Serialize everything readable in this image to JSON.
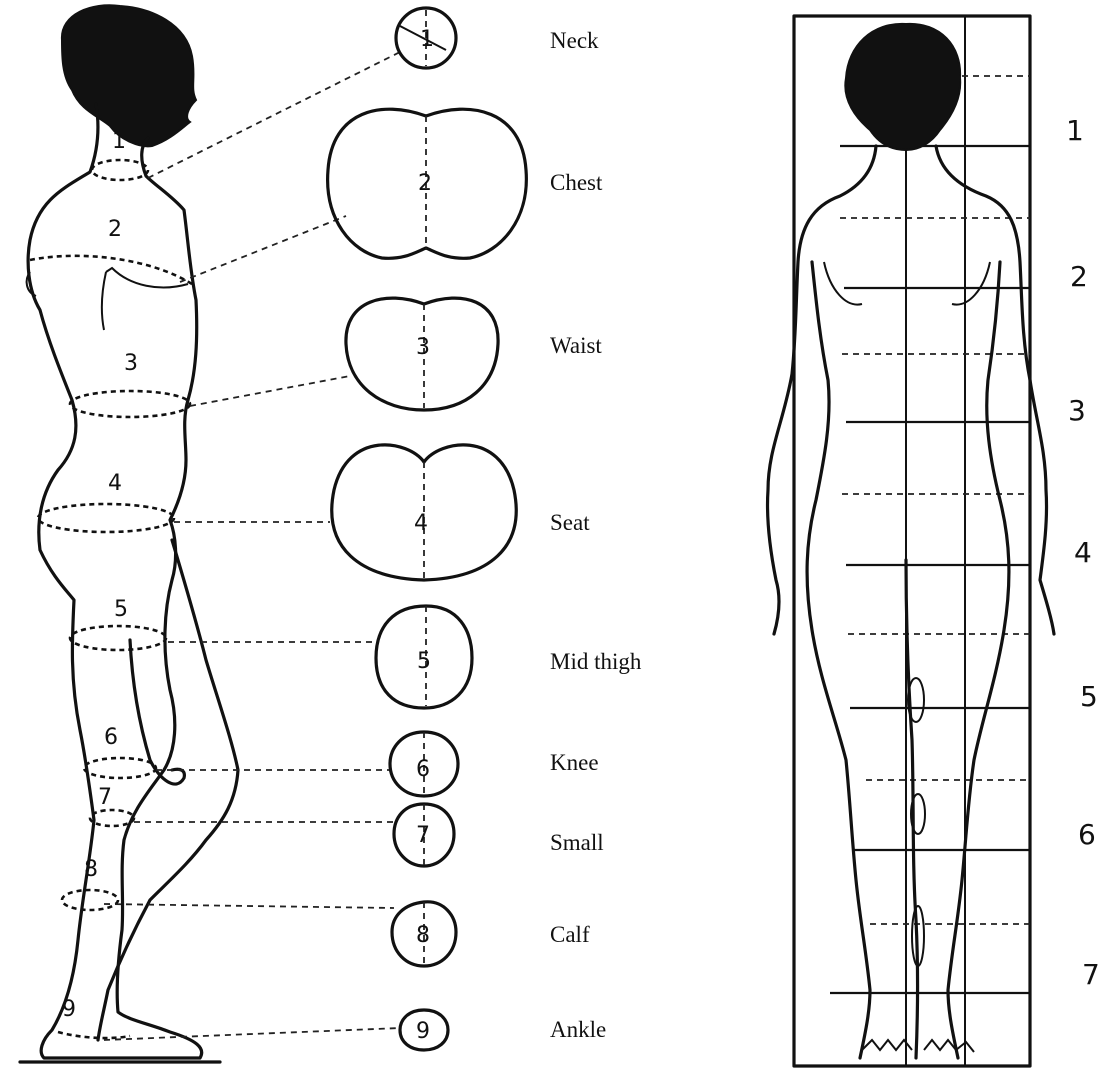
{
  "measurements": [
    {
      "number": "1",
      "label": "Neck"
    },
    {
      "number": "2",
      "label": "Chest"
    },
    {
      "number": "3",
      "label": "Waist"
    },
    {
      "number": "4",
      "label": "Seat"
    },
    {
      "number": "5",
      "label": "Mid thigh"
    },
    {
      "number": "6",
      "label": "Knee"
    },
    {
      "number": "7",
      "label": "Small"
    },
    {
      "number": "8",
      "label": "Calf"
    },
    {
      "number": "9",
      "label": "Ankle"
    }
  ],
  "front_view_levels": [
    "1",
    "2",
    "3",
    "4",
    "5",
    "6",
    "7"
  ]
}
